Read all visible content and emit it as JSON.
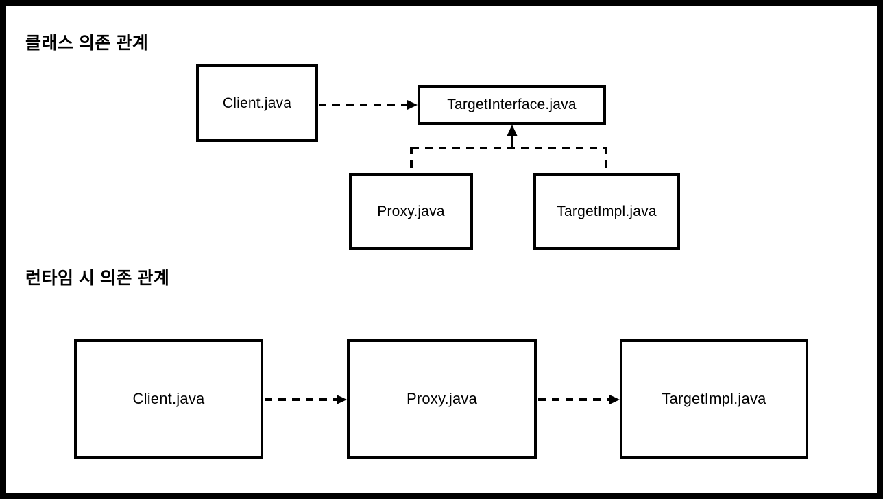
{
  "canvas": {
    "background": "#ffffff",
    "frame_color": "#000000",
    "line_color": "#000000"
  },
  "sections": {
    "class_diagram": {
      "heading": "클래스 의존 관계",
      "nodes": {
        "client": "Client.java",
        "target_interface": "TargetInterface.java",
        "proxy": "Proxy.java",
        "target_impl": "TargetImpl.java"
      }
    },
    "runtime_diagram": {
      "heading": "런타임 시 의존 관계",
      "nodes": {
        "client": "Client.java",
        "proxy": "Proxy.java",
        "target_impl": "TargetImpl.java"
      }
    }
  },
  "edges": [
    {
      "id": "client-to-targetinterface",
      "from": "Client.java",
      "to": "TargetInterface.java",
      "style": "dashed",
      "arrow": "open",
      "section": "class_diagram"
    },
    {
      "id": "proxy-implements-targetinterface",
      "from": "Proxy.java",
      "to": "TargetInterface.java",
      "style": "dashed",
      "arrow": "open",
      "section": "class_diagram"
    },
    {
      "id": "targetimpl-implements-targetinterface",
      "from": "TargetImpl.java",
      "to": "TargetInterface.java",
      "style": "dashed",
      "arrow": "open",
      "section": "class_diagram"
    },
    {
      "id": "client-to-proxy-runtime",
      "from": "Client.java",
      "to": "Proxy.java",
      "style": "dashed",
      "arrow": "open",
      "section": "runtime_diagram"
    },
    {
      "id": "proxy-to-targetimpl-runtime",
      "from": "Proxy.java",
      "to": "TargetImpl.java",
      "style": "dashed",
      "arrow": "open",
      "section": "runtime_diagram"
    }
  ]
}
